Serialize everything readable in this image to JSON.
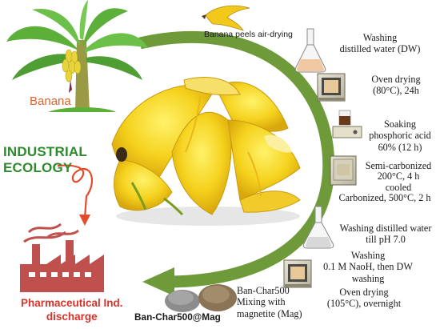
{
  "labels": {
    "banana": "Banana",
    "industrial_ecology_line1": "INDUSTRIAL",
    "industrial_ecology_line2": "ECOLOGY",
    "pharma_line1": "Pharmaceutical Ind.",
    "pharma_line2": "discharge",
    "peels_air_drying": "Banana peels air-drying",
    "magnetite_product": "Ban-Char500@Mag",
    "biochar_line1": "Ban-Char500",
    "biochar_line2": "Mixing with",
    "biochar_line3": "magnetite (Mag)"
  },
  "steps": [
    {
      "line1": "Washing",
      "line2": "distilled water (DW)"
    },
    {
      "line1": "Oven drying",
      "line2": "(80°C), 24h"
    },
    {
      "line1": "Soaking",
      "line2": "phosphoric acid",
      "line3": "60% (12 h)"
    },
    {
      "line1": "Semi-carbonized",
      "line2": "200°C, 4 h",
      "line3": "cooled",
      "line4": "Carbonized, 500°C, 2 h"
    },
    {
      "line1": "Washing distilled water",
      "line2": "till pH  7.0"
    },
    {
      "line1": "Washing",
      "line2": "0.1 M NaoH, then DW",
      "line3": "washing"
    },
    {
      "line1": "Oven drying",
      "line2": "(105°C), overnight"
    }
  ],
  "colors": {
    "arrow_green": "#6e9a3a",
    "banana_orange": "#e0632a",
    "ecology_green": "#2d8a2d",
    "factory_red": "#c0504d",
    "peel_yellow": "#f2c81a"
  }
}
